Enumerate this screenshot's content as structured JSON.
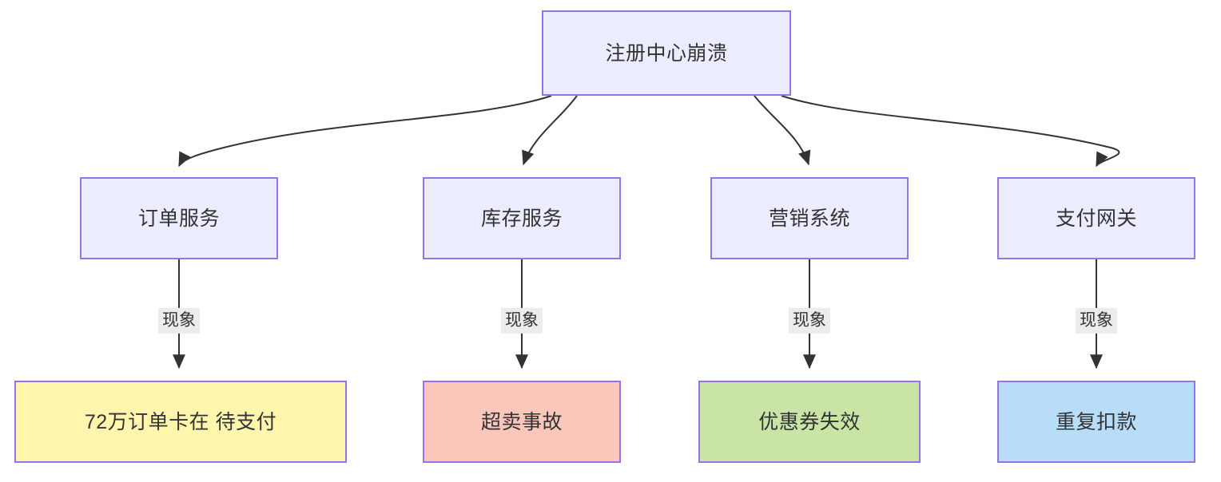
{
  "diagram": {
    "type": "flowchart",
    "direction": "top-down",
    "title_text": "",
    "colors": {
      "node_border": "#9673e6",
      "node_fill_default": "#ececff",
      "node_fill_warning": "#fff5ad",
      "node_fill_danger": "#fbc7bb",
      "node_fill_success": "#c9e4a4",
      "node_fill_info": "#b8ddf9",
      "edge_stroke": "#333333",
      "edge_label_bg": "#ececec",
      "text": "#333333",
      "background": "#ffffff"
    },
    "root": {
      "id": "root",
      "label": "注册中心崩溃"
    },
    "services": [
      {
        "id": "order-service",
        "label": "订单服务"
      },
      {
        "id": "inventory-service",
        "label": "库存服务"
      },
      {
        "id": "marketing-system",
        "label": "营销系统"
      },
      {
        "id": "payment-gateway",
        "label": "支付网关"
      }
    ],
    "outcomes": [
      {
        "id": "stuck-orders",
        "label": "72万订单卡在 待支付"
      },
      {
        "id": "oversell",
        "label": "超卖事故"
      },
      {
        "id": "coupon-invalid",
        "label": "优惠券失效"
      },
      {
        "id": "duplicate-charge",
        "label": "重复扣款"
      }
    ],
    "edge_labels": [
      {
        "id": "order-symptom",
        "label": "现象"
      },
      {
        "id": "inventory-symptom",
        "label": "现象"
      },
      {
        "id": "marketing-symptom",
        "label": "现象"
      },
      {
        "id": "payment-symptom",
        "label": "现象"
      }
    ]
  }
}
